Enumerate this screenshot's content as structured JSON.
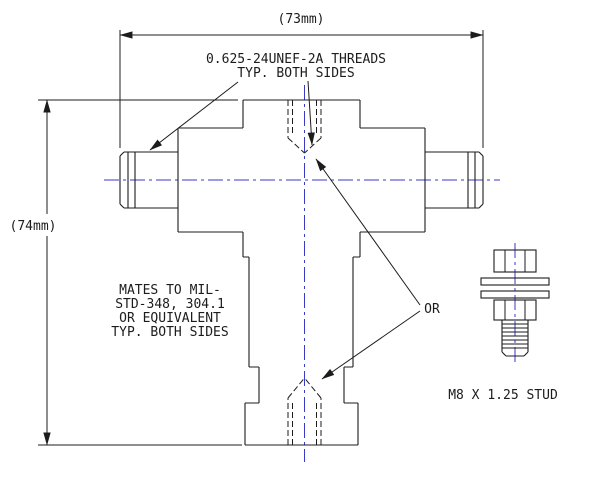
{
  "colors": {
    "line": "#1c1c1c",
    "centerline": "#3a3ac8",
    "background": "#ffffff",
    "text": "#1c1c1c"
  },
  "dimensions": {
    "overall_width": "(73mm)",
    "overall_height": "(74mm)"
  },
  "annotations": {
    "threads_note": {
      "line1": "0.625-24UNEF-2A THREADS",
      "line2": "TYP. BOTH SIDES"
    },
    "mates_note": {
      "line1": "MATES TO MIL-",
      "line2": "STD-348, 304.1",
      "line3": "OR EQUIVALENT",
      "line4": "TYP. BOTH SIDES"
    },
    "or_label": "OR",
    "stud_label": "M8 X 1.25 STUD"
  }
}
